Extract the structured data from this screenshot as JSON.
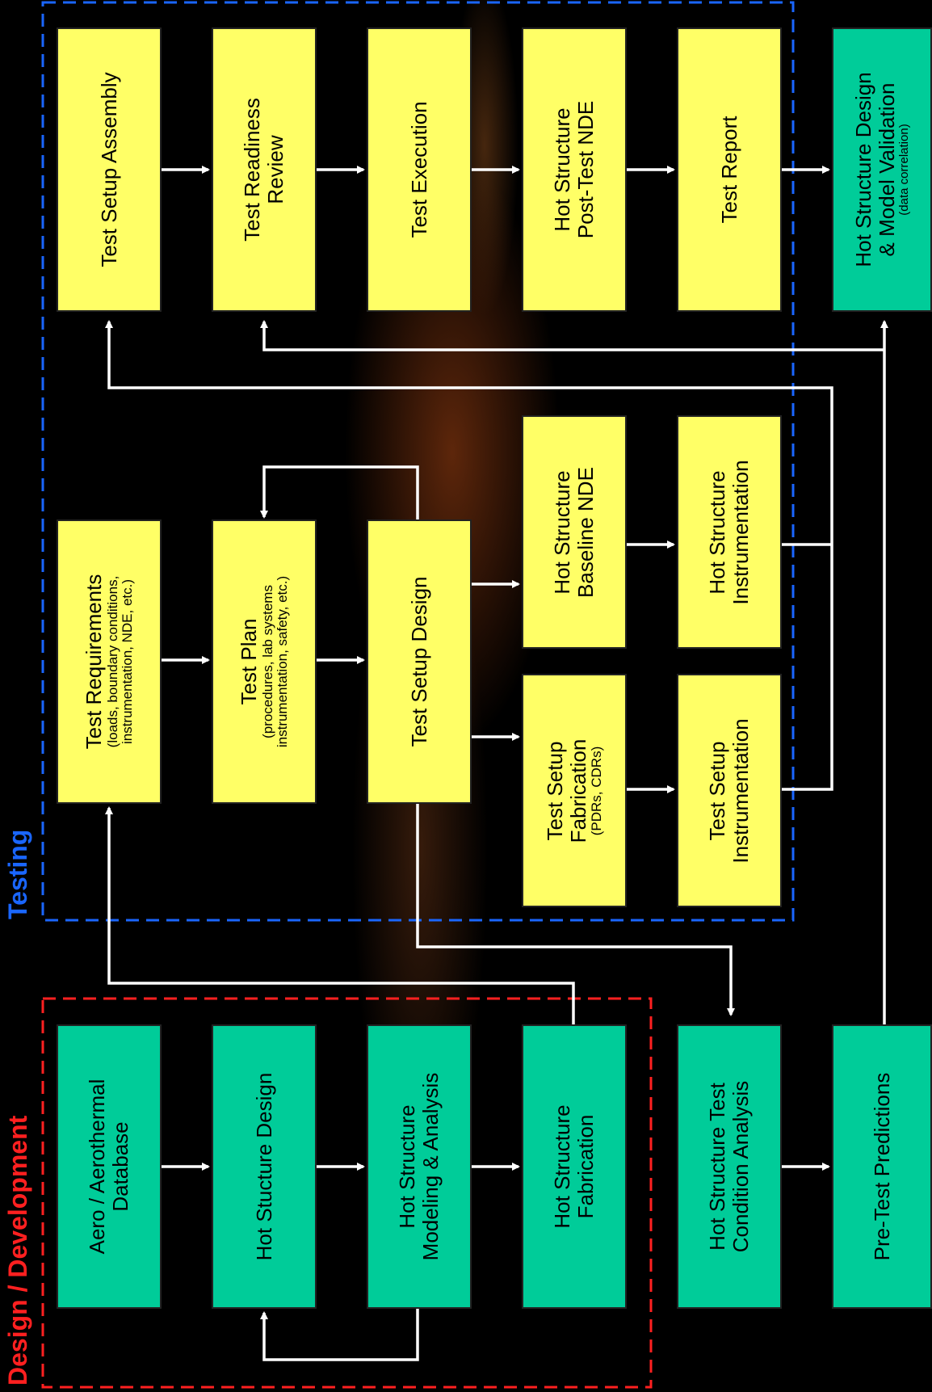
{
  "regions": {
    "testing": {
      "label": "Testing",
      "color": "#1a66ff"
    },
    "design": {
      "label": "Design / Development",
      "color": "#ff2020"
    }
  },
  "boxes": {
    "test_setup_assembly": {
      "lines": "Test Setup Assembly"
    },
    "test_readiness_review": {
      "lines": "Test Readiness\nReview"
    },
    "test_execution": {
      "lines": "Test Execution"
    },
    "post_test_nde": {
      "lines": "Hot Structure\nPost-Test NDE"
    },
    "test_report": {
      "lines": "Test Report"
    },
    "model_validation": {
      "lines": "Hot Structure Design\n& Model Validation",
      "sub": "(data correlation)"
    },
    "test_requirements": {
      "lines": "Test Requirements",
      "sub": "(loads, boundary conditions,\ninstrumentation, NDE, etc.)"
    },
    "test_plan": {
      "lines": "Test Plan",
      "sub": "(procedures, lab systems\ninstrumentation, safety, etc.)"
    },
    "test_setup_design": {
      "lines": "Test Setup Design"
    },
    "baseline_nde": {
      "lines": "Hot Structure\nBaseline NDE"
    },
    "hs_instrumentation": {
      "lines": "Hot Structure\nInstrumentation"
    },
    "test_setup_fabrication": {
      "lines": "Test Setup\nFabrication",
      "sub": "(PDRs, CDRs)"
    },
    "ts_instrumentation": {
      "lines": "Test Setup\nInstrumentation"
    },
    "aero_database": {
      "lines": "Aero / Aerothermal\nDatabase"
    },
    "hot_structure_design": {
      "lines": "Hot Stucture Design"
    },
    "modeling_analysis": {
      "lines": "Hot Structure\nModeling & Analysis"
    },
    "hs_fabrication": {
      "lines": "Hot Structure\nFabrication"
    },
    "test_condition_analysis": {
      "lines": "Hot Structure Test\nCondition Analysis"
    },
    "pre_test_predictions": {
      "lines": "Pre-Test Predictions"
    }
  }
}
